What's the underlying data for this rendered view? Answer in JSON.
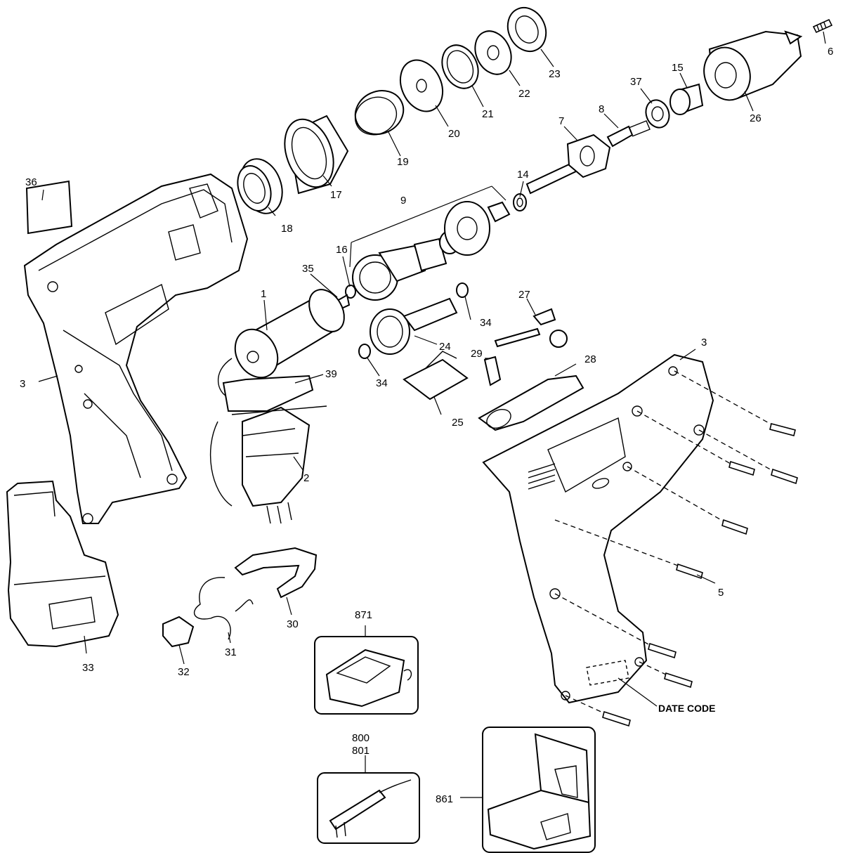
{
  "diagram": {
    "part_labels": {
      "p1": "1",
      "p2": "2",
      "p3a": "3",
      "p3b": "3",
      "p5": "5",
      "p6": "6",
      "p7": "7",
      "p8": "8",
      "p9": "9",
      "p14": "14",
      "p15": "15",
      "p16": "16",
      "p17": "17",
      "p18": "18",
      "p19": "19",
      "p20": "20",
      "p21": "21",
      "p22": "22",
      "p23": "23",
      "p24": "24",
      "p25": "25",
      "p26": "26",
      "p27": "27",
      "p28": "28",
      "p29": "29",
      "p30": "30",
      "p31": "31",
      "p32": "32",
      "p33": "33",
      "p34a": "34",
      "p34b": "34",
      "p35": "35",
      "p36": "36",
      "p37": "37",
      "p39": "39",
      "p800": "800",
      "p801": "801",
      "p861": "861",
      "p871": "871"
    },
    "date_code": "DATE CODE"
  }
}
